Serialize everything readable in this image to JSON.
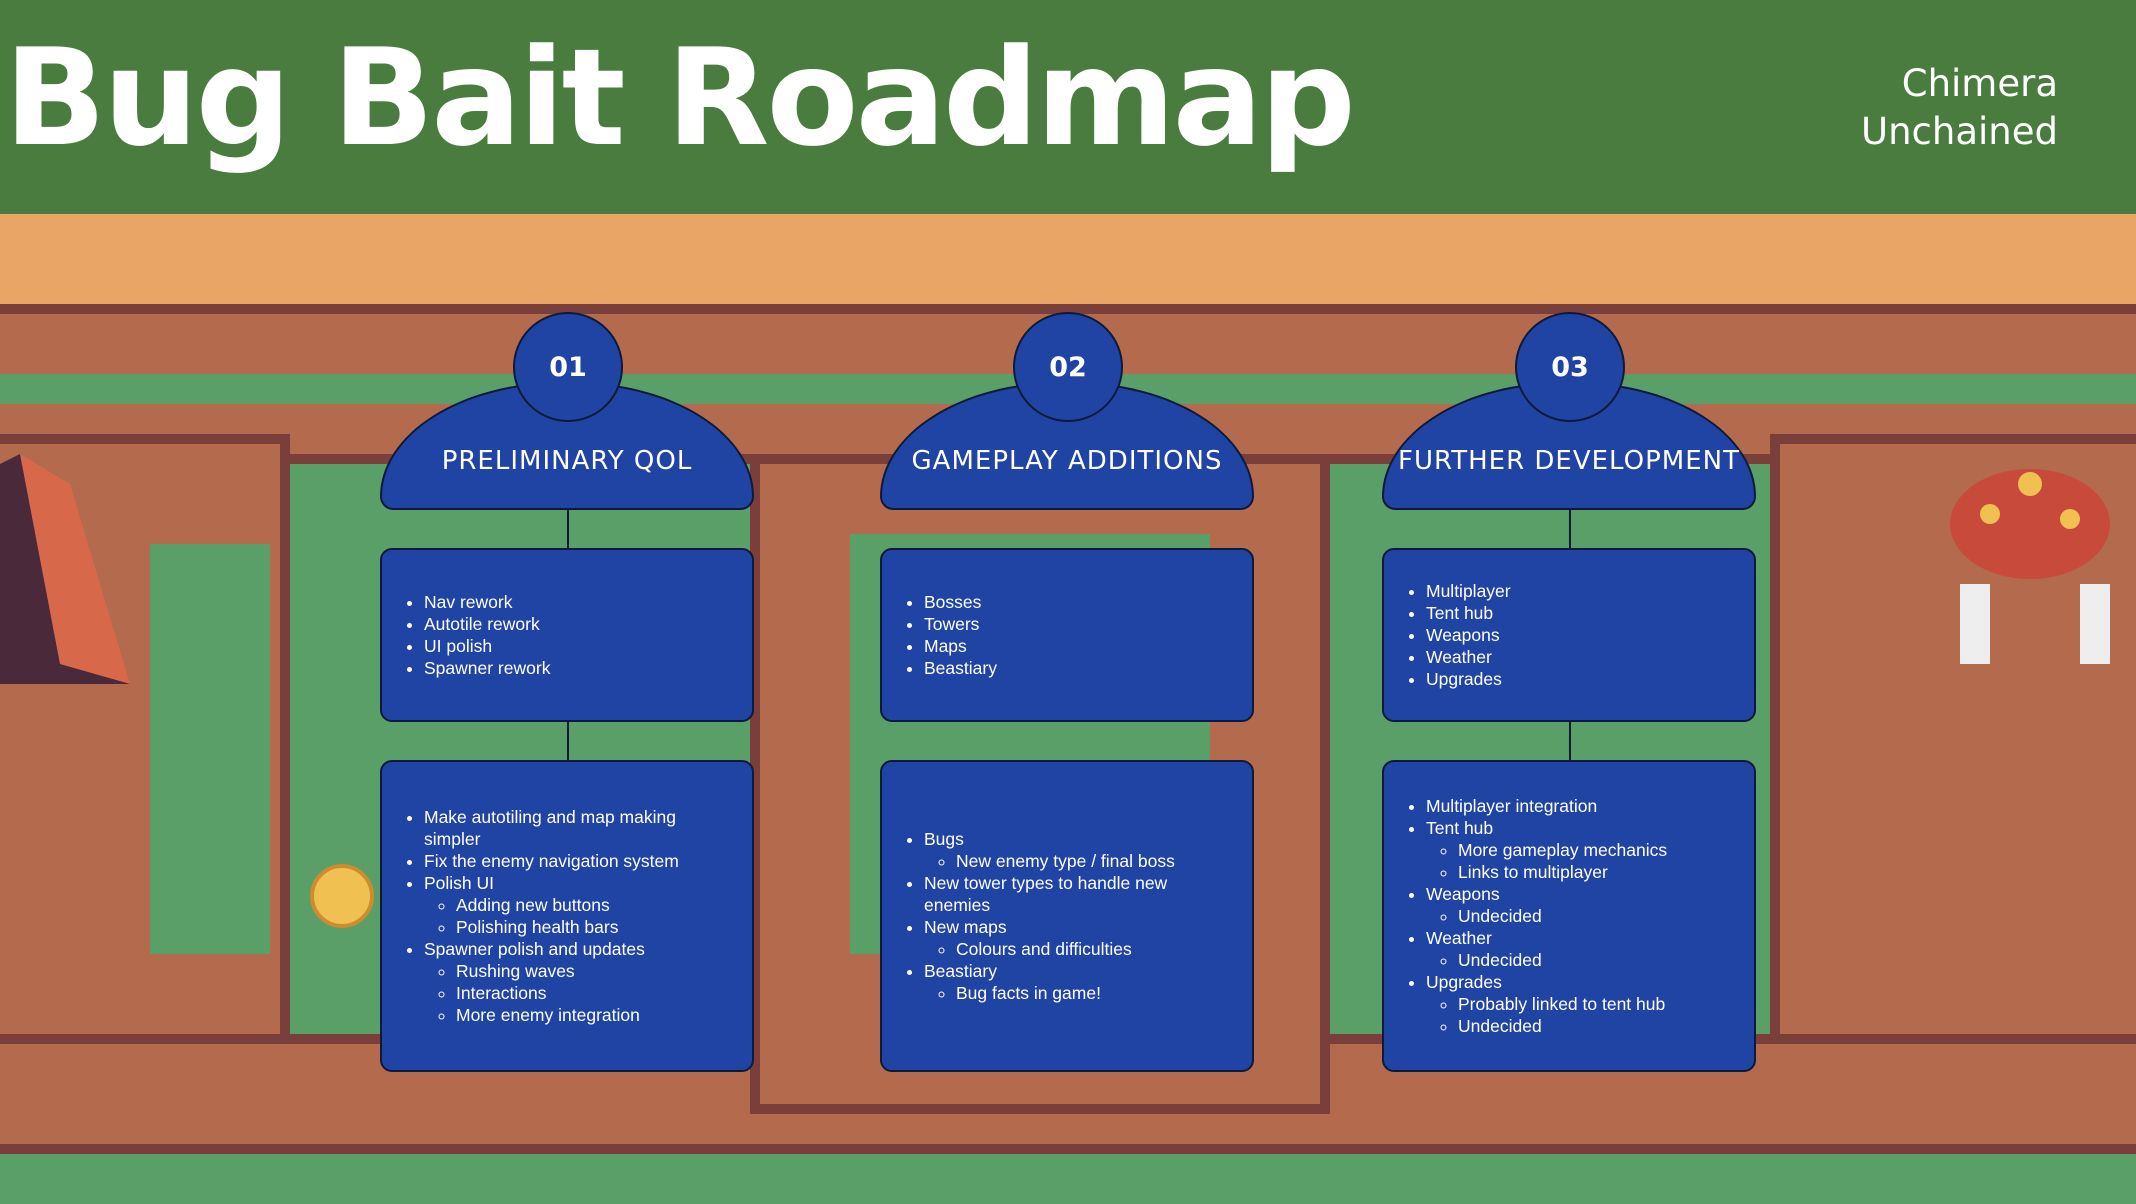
{
  "header": {
    "title": "Bug Bait Roadmap",
    "studio_line1": "Chimera",
    "studio_line2": "Unchained"
  },
  "colors": {
    "header_bg": "#4a7c3f",
    "card_bg": "#1f44a3",
    "grass": "#5a9e68",
    "dirt": "#b36a4d",
    "sand": "#e8a566"
  },
  "columns": [
    {
      "number": "01",
      "heading": "PRELIMINARY QOL",
      "summary": [
        "Nav rework",
        "Autotile rework",
        "UI polish",
        "Spawner rework"
      ],
      "details": [
        {
          "text": "Make autotiling and map making simpler",
          "sub": []
        },
        {
          "text": "Fix the enemy navigation system",
          "sub": []
        },
        {
          "text": "Polish UI",
          "sub": [
            "Adding new buttons",
            "Polishing health bars"
          ]
        },
        {
          "text": "Spawner polish and updates",
          "sub": [
            "Rushing waves",
            "Interactions",
            "More enemy integration"
          ]
        }
      ]
    },
    {
      "number": "02",
      "heading": "GAMEPLAY ADDITIONS",
      "summary": [
        "Bosses",
        "Towers",
        "Maps",
        "Beastiary"
      ],
      "details": [
        {
          "text": "Bugs",
          "sub": [
            "New enemy type / final boss"
          ]
        },
        {
          "text": "New tower types to handle new enemies",
          "sub": []
        },
        {
          "text": "New maps",
          "sub": [
            "Colours and difficulties"
          ]
        },
        {
          "text": "Beastiary",
          "sub": [
            "Bug facts in game!"
          ]
        }
      ]
    },
    {
      "number": "03",
      "heading": "FURTHER DEVELOPMENT",
      "summary": [
        "Multiplayer",
        "Tent hub",
        "Weapons",
        "Weather",
        "Upgrades"
      ],
      "details": [
        {
          "text": "Multiplayer integration",
          "sub": []
        },
        {
          "text": "Tent hub",
          "sub": [
            "More gameplay mechanics",
            "Links to multiplayer"
          ]
        },
        {
          "text": "Weapons",
          "sub": [
            "Undecided"
          ]
        },
        {
          "text": "Weather",
          "sub": [
            "Undecided"
          ]
        },
        {
          "text": "Upgrades",
          "sub": [
            "Probably linked to tent hub",
            "Undecided"
          ]
        }
      ]
    }
  ]
}
